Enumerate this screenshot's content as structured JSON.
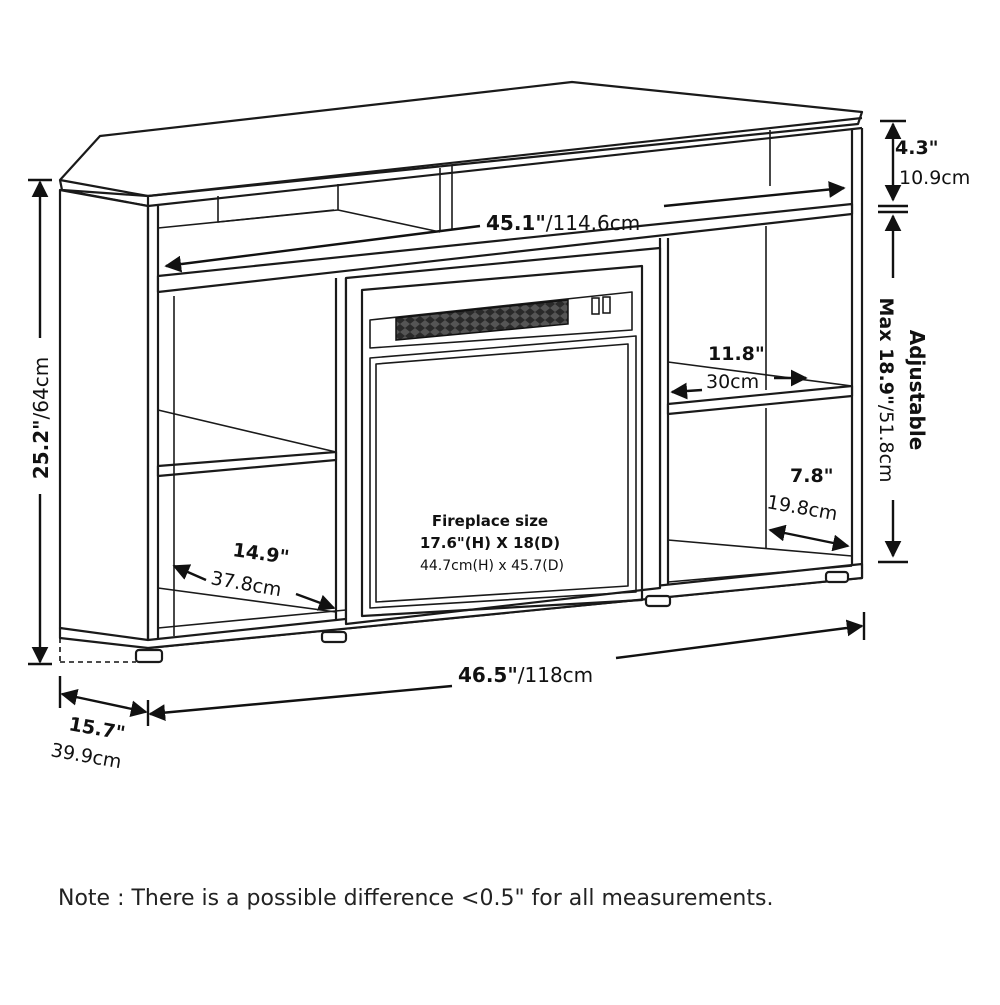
{
  "dimensions": {
    "top_thickness": {
      "imperial": "4.3\"",
      "metric": "10.9cm"
    },
    "top_width": {
      "imperial": "45.1\"",
      "metric": "/114.6cm"
    },
    "height": {
      "imperial": "25.2\"",
      "metric": "/64cm"
    },
    "adjustable_label": "Adjustable",
    "adjustable_max": {
      "imperial": "Max 18.9\"",
      "metric": "/51.8cm"
    },
    "right_shelf_depth": {
      "imperial": "11.8\"",
      "metric": "30cm"
    },
    "right_lower_depth": {
      "imperial": "7.8\"",
      "metric": "19.8cm"
    },
    "left_shelf_depth": {
      "imperial": "14.9\"",
      "metric": "37.8cm"
    },
    "base_width": {
      "imperial": "46.5\"",
      "metric": "/118cm"
    },
    "side_depth": {
      "imperial": "15.7\"",
      "metric": "39.9cm"
    }
  },
  "fireplace": {
    "title": "Fireplace size",
    "imperial": "17.6\"(H) X 18(D)",
    "metric": "44.7cm(H) x 45.7(D)"
  },
  "note": "Note : There is a possible difference <0.5\" for all measurements."
}
